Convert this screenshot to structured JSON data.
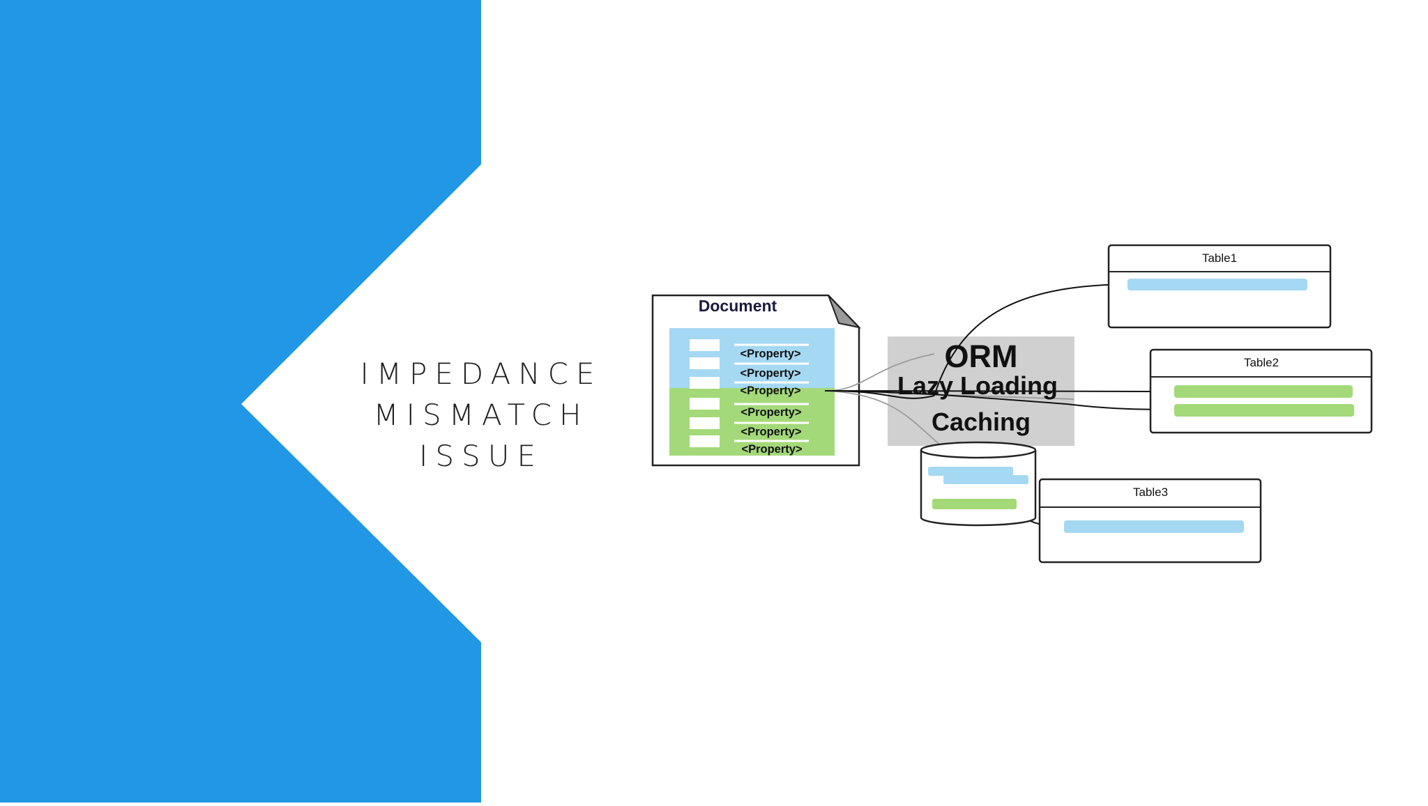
{
  "slide": {
    "title_lines": [
      "IMPEDANCE",
      "MISMATCH",
      "ISSUE"
    ],
    "accent_color": "#2197e5"
  },
  "diagram": {
    "document": {
      "title": "Document",
      "property_label": "<Property>",
      "light_rows": 3,
      "green_rows": 3
    },
    "orm": {
      "title": "ORM",
      "line1": "Lazy Loading",
      "line2": "Caching"
    },
    "tables": [
      "Table1",
      "Table2",
      "Table3"
    ],
    "colors": {
      "blue_row": "#a5d8f2",
      "green_row": "#a4d97a",
      "orm_box": "#d0d0d0",
      "outline": "#222222"
    }
  }
}
